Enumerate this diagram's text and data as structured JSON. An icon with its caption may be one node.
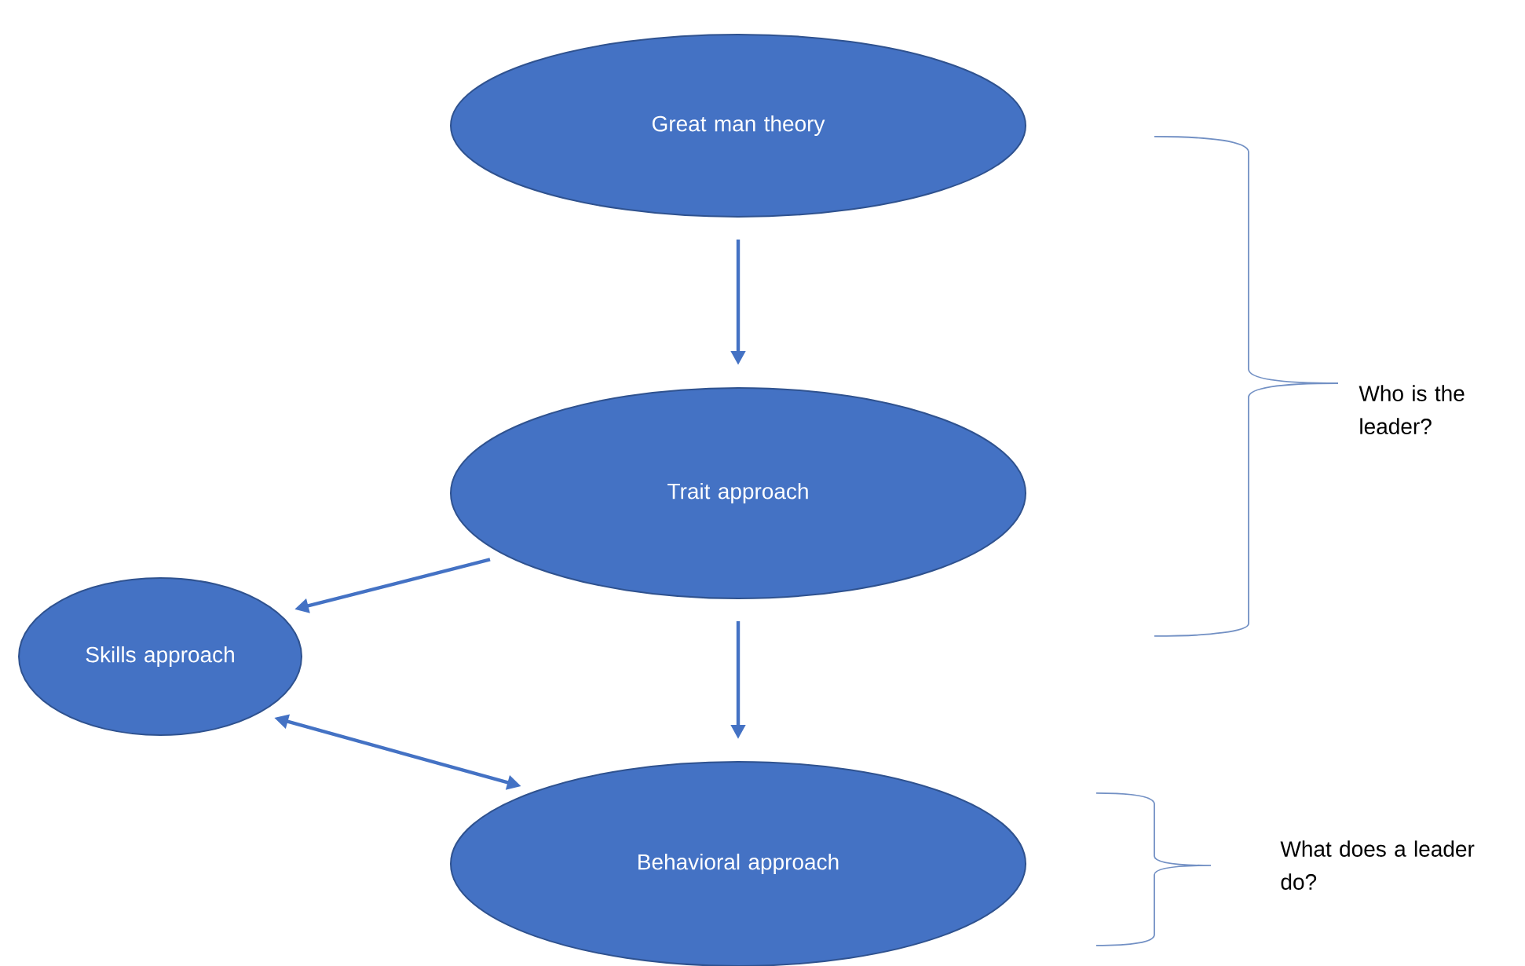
{
  "diagram": {
    "nodes": [
      {
        "text": [
          "Great man theory"
        ]
      },
      {
        "text": [
          "Trait approach"
        ]
      },
      {
        "text": [
          "Skills approach"
        ]
      },
      {
        "text": [
          "Behavioral approach"
        ]
      }
    ],
    "edges": [
      {
        "from": 0,
        "to": 1,
        "arrow": "to"
      },
      {
        "from": 1,
        "to": 2,
        "arrow": "to"
      },
      {
        "from": 1,
        "to": 3,
        "arrow": "to"
      },
      {
        "from": 2,
        "to": 3,
        "arrow": "both"
      }
    ],
    "labels": [
      "Who is the leader?",
      "What does a leader do?"
    ]
  }
}
